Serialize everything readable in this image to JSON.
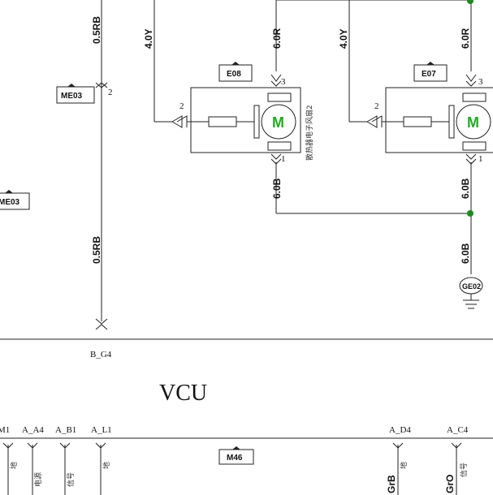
{
  "wires": {
    "left_top": "0.5RB",
    "left_bottom": "0.5RB",
    "fan1_left": "4.0Y",
    "fan1_top": "6.0R",
    "fan1_bottom": "6.0B",
    "fan2_left": "4.0Y",
    "fan2_top": "6.0R",
    "fan2_bottom": "6.0B",
    "ground_wire": "6.0B",
    "bottom_grb": "GrB",
    "bottom_gro": "GrO"
  },
  "connectors": {
    "me03_top": "ME03",
    "me03_left": "ME03",
    "e08": "E08",
    "e07": "E07",
    "m46": "M46",
    "ground": "GE02"
  },
  "pins": {
    "me03_pin": "2",
    "fan1_pin2": "2",
    "fan1_pin3": "3",
    "fan1_pin1": "1",
    "fan2_pin2": "2",
    "fan2_pin3": "3",
    "fan2_pin1": "1"
  },
  "motors": {
    "fan1_symbol": "M",
    "fan2_symbol": "M",
    "fan1_caption": "散热器电子风扇2"
  },
  "vcu": {
    "title": "VCU",
    "top_pin": "B_G4",
    "pins": [
      "M1",
      "A_A4",
      "A_B1",
      "A_L1",
      "A_D4",
      "A_C4"
    ]
  },
  "signals": [
    "地",
    "电源",
    "信号",
    "地",
    "地",
    "信号"
  ],
  "colors": {
    "wire": "#222222",
    "junction": "#1e8a1e",
    "motor": "#22aa22"
  }
}
